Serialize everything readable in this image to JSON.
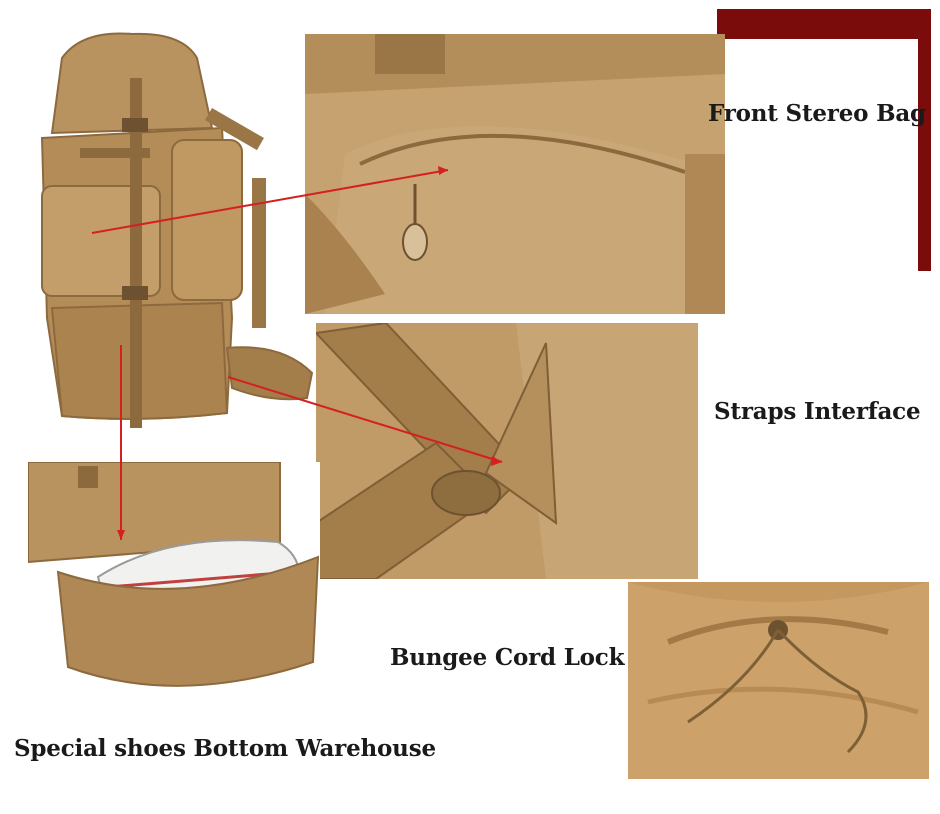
{
  "labels": {
    "front_stereo_bag": "Front Stereo Bag",
    "straps_interface": "Straps Interface",
    "bungee_cord_lock": "Bungee Cord Lock",
    "shoes_bottom_warehouse": "Special shoes Bottom Warehouse"
  },
  "colors": {
    "fabric": "#b8925f",
    "fabric_dark": "#8c6a3e",
    "fabric_light": "#cfae7c",
    "accent_frame": "#7a0c0c",
    "pointer_line": "#d42020"
  }
}
